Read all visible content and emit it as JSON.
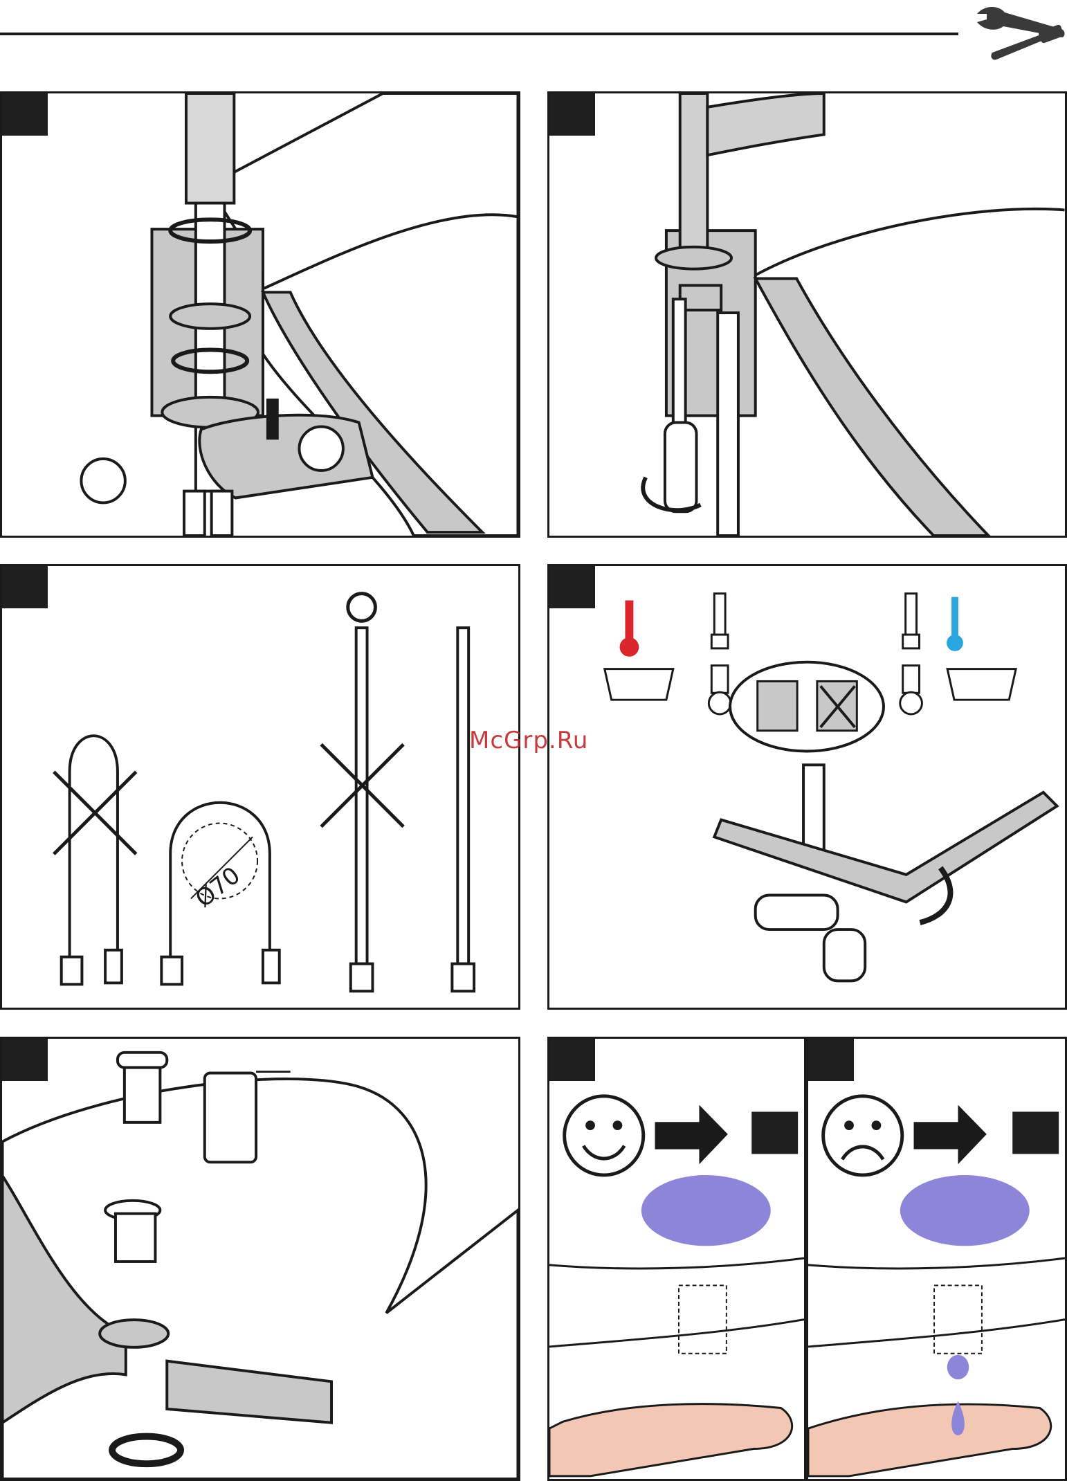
{
  "header": {
    "icon": "wrench-screwdriver-icon"
  },
  "panels": [
    {
      "id": "p1",
      "icon": "install-faucet-gasket-nut"
    },
    {
      "id": "p2",
      "icon": "tighten-screwdriver"
    },
    {
      "id": "p3",
      "icon": "hose-bending-radius",
      "dimension_label": "Ø70"
    },
    {
      "id": "p4",
      "icon": "connect-hot-cold-supply"
    },
    {
      "id": "p5",
      "icon": "install-drain-assembly"
    },
    {
      "id": "p6",
      "icon": "leak-check-ok"
    },
    {
      "id": "p7",
      "icon": "leak-check-fail"
    }
  ],
  "watermark": "McGrp.Ru",
  "colors": {
    "line": "#1a1a1a",
    "gray": "#c8c8c8",
    "hot": "#d8262c",
    "cold": "#29a6e0",
    "water": "#8c85d8",
    "skin": "#f2c8b4"
  }
}
